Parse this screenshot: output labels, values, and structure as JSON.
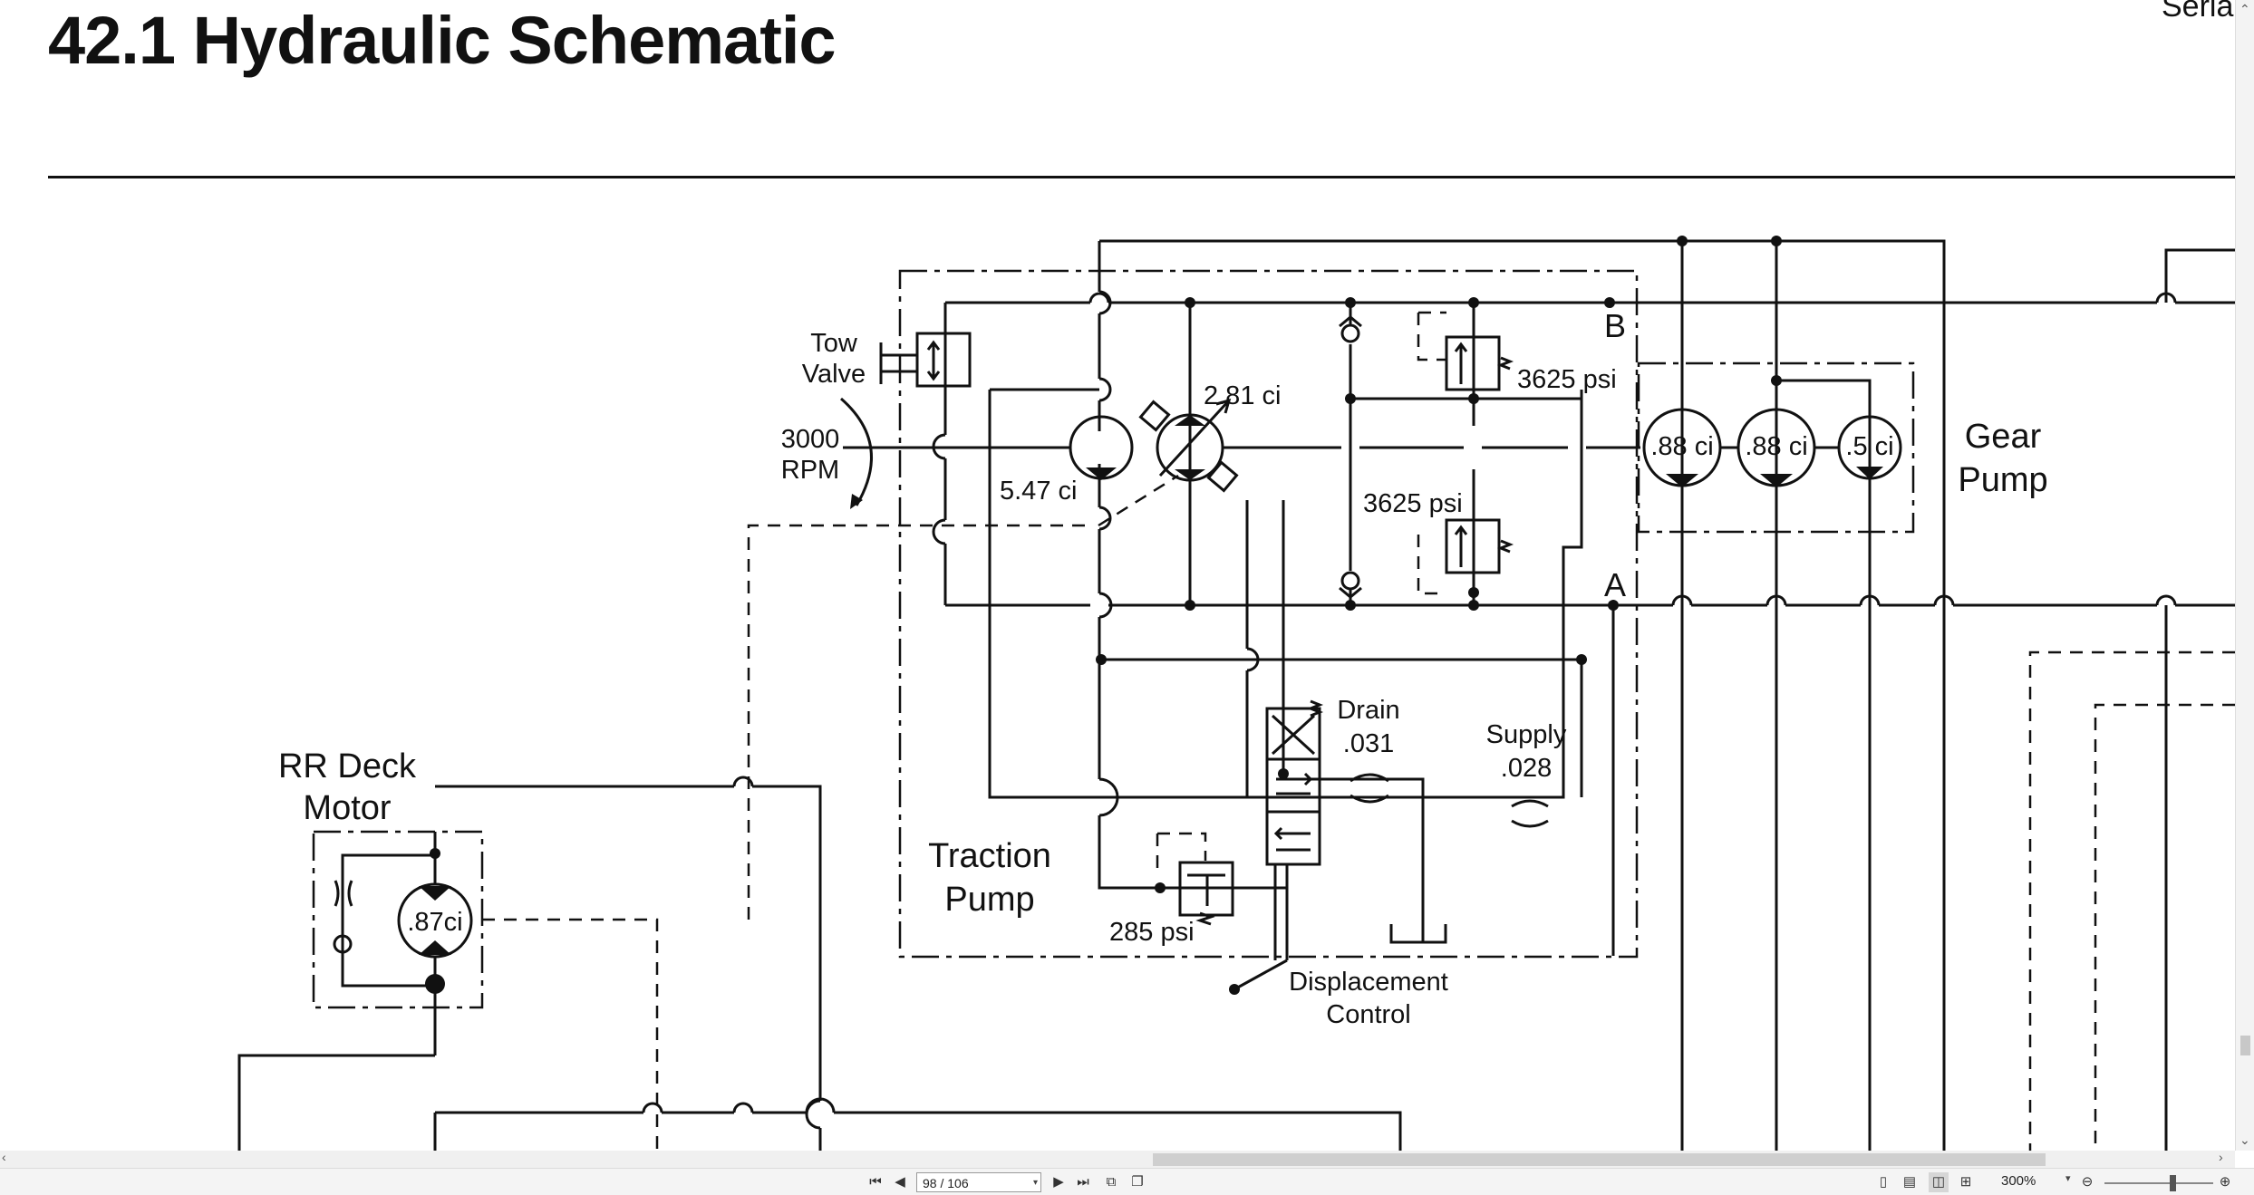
{
  "document": {
    "title": "42.1 Hydraulic Schematic",
    "header_right": "Seria"
  },
  "schematic": {
    "labels": {
      "tow_valve_line1": "Tow",
      "tow_valve_line2": "Valve",
      "rpm_value": "3000",
      "rpm_unit": "RPM",
      "traction_pump_disp": "2.81 ci",
      "charge_pump_disp": "5.47 ci",
      "relief_upper": "3625 psi",
      "relief_lower": "3625 psi",
      "port_b": "B",
      "port_a": "A",
      "gear_section_1": ".88 ci",
      "gear_section_2": ".88 ci",
      "gear_section_3": ".5 ci",
      "gear_pump_line1": "Gear",
      "gear_pump_line2": "Pump",
      "drain_label": "Drain",
      "drain_orifice": ".031",
      "supply_label": "Supply",
      "supply_orifice": ".028",
      "traction_pump_line1": "Traction",
      "traction_pump_line2": "Pump",
      "charge_relief": "285 psi",
      "displacement_line1": "Displacement",
      "displacement_line2": "Control",
      "deck_motor_line1": "RR Deck",
      "deck_motor_line2": "Motor",
      "deck_motor_disp": ".87ci"
    }
  },
  "toolbar": {
    "first_page_icon": "first-page-icon",
    "prev_page_icon": "prev-page-icon",
    "page_indicator": "98 / 106",
    "next_page_icon": "next-page-icon",
    "last_page_icon": "last-page-icon",
    "zoom_level": "300%"
  },
  "colors": {
    "ink": "#111111",
    "toolbar_bg": "#f4f4f4",
    "scrollbar_thumb": "#cfcfcf"
  }
}
